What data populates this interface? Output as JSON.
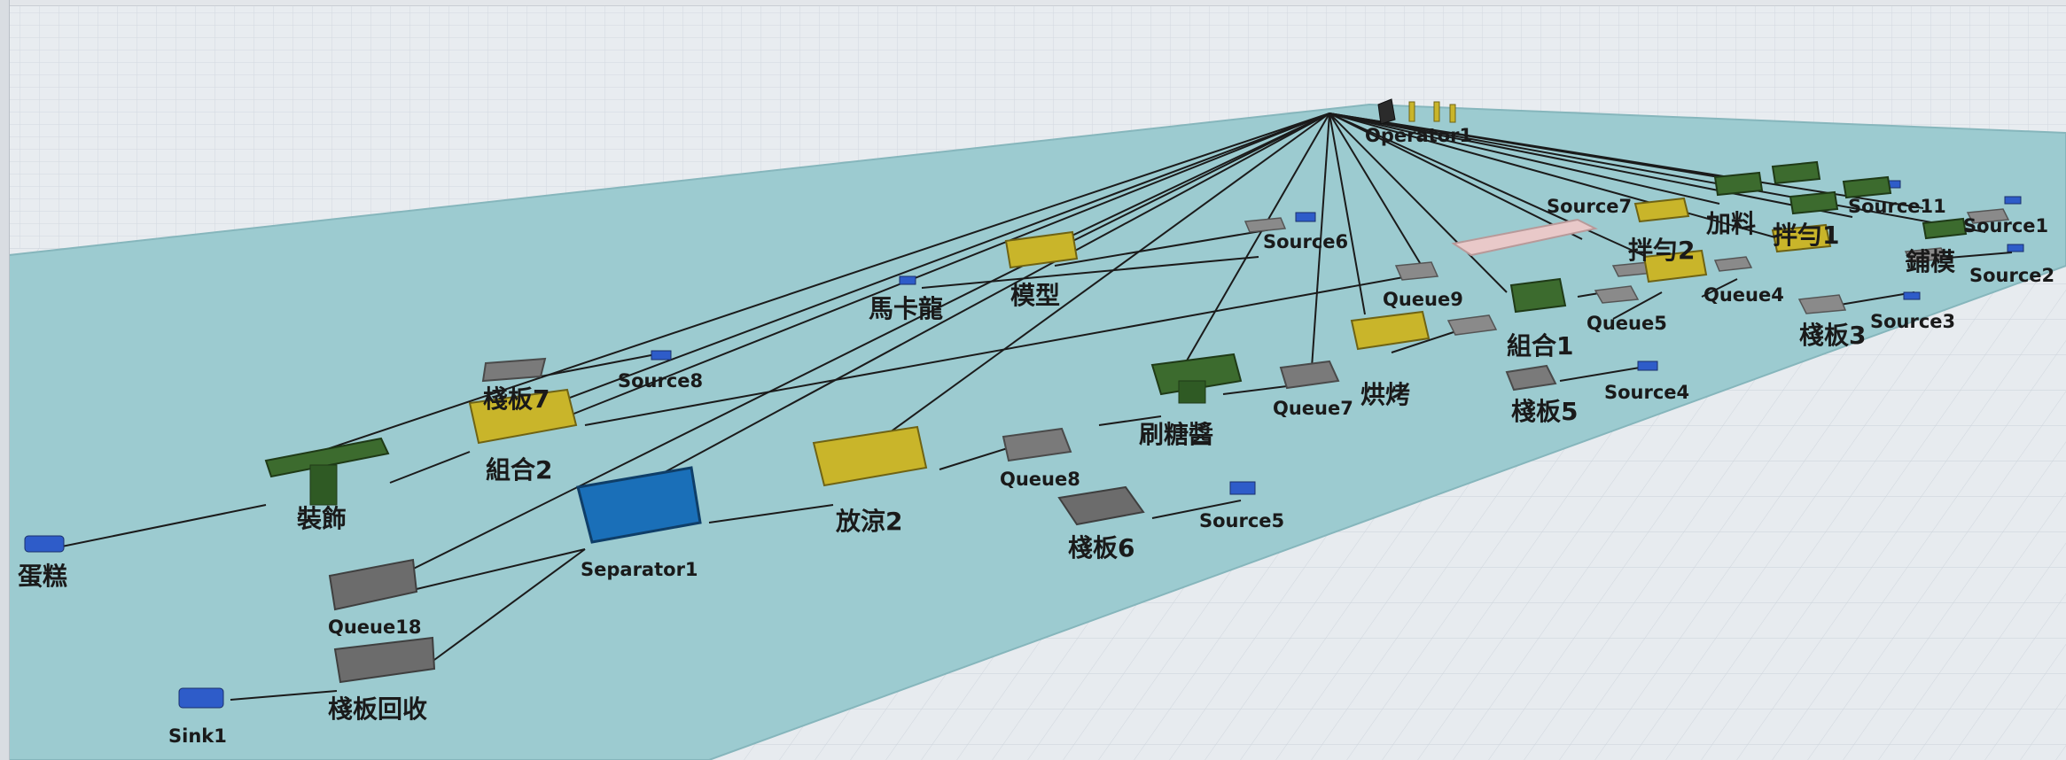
{
  "viewport": {
    "colors": {
      "sky_grid": "#e6eaef",
      "floor_grid": "#e4e8ec",
      "model_area": "#9ccbd0",
      "connector": "#1b1b1b",
      "queue": "#6e6e6e",
      "source": "#2e5cc9",
      "processor_yellow": "#c9b52a",
      "processor_green": "#3c6b2e",
      "separator_blue": "#1a6fb8"
    }
  },
  "objects": [
    {
      "id": "operator1",
      "label": "Operator1",
      "kind": "operator"
    },
    {
      "id": "source6",
      "label": "Source6",
      "kind": "source"
    },
    {
      "id": "source7",
      "label": "Source7",
      "kind": "source"
    },
    {
      "id": "source11",
      "label": "Source11",
      "kind": "source"
    },
    {
      "id": "source1",
      "label": "Source1",
      "kind": "source"
    },
    {
      "id": "source2",
      "label": "Source2",
      "kind": "source"
    },
    {
      "id": "source3",
      "label": "Source3",
      "kind": "source"
    },
    {
      "id": "source4",
      "label": "Source4",
      "kind": "source"
    },
    {
      "id": "source5",
      "label": "Source5",
      "kind": "source"
    },
    {
      "id": "source8",
      "label": "Source8",
      "kind": "source"
    },
    {
      "id": "jialiao",
      "label": "加料",
      "kind": "processor_green"
    },
    {
      "id": "banyun2",
      "label": "拌勻2",
      "kind": "processor_yellow"
    },
    {
      "id": "pumo",
      "label": "鋪模",
      "kind": "processor_green"
    },
    {
      "id": "banyun1",
      "label": "拌勻1",
      "kind": "processor_yellow"
    },
    {
      "id": "queue4",
      "label": "Queue4",
      "kind": "queue"
    },
    {
      "id": "queue5",
      "label": "Queue5",
      "kind": "queue"
    },
    {
      "id": "queue9",
      "label": "Queue9",
      "kind": "queue"
    },
    {
      "id": "queue7",
      "label": "Queue7",
      "kind": "queue"
    },
    {
      "id": "queue8",
      "label": "Queue8",
      "kind": "queue"
    },
    {
      "id": "queue18",
      "label": "Queue18",
      "kind": "queue"
    },
    {
      "id": "zhanban3",
      "label": "棧板3",
      "kind": "queue"
    },
    {
      "id": "zhanban5",
      "label": "棧板5",
      "kind": "queue"
    },
    {
      "id": "zhanban6",
      "label": "棧板6",
      "kind": "queue"
    },
    {
      "id": "zhanban7",
      "label": "棧板7",
      "kind": "queue"
    },
    {
      "id": "zhanbanhuishou",
      "label": "棧板回收",
      "kind": "queue"
    },
    {
      "id": "zuhe1",
      "label": "組合1",
      "kind": "processor_green"
    },
    {
      "id": "zuhe2",
      "label": "組合2",
      "kind": "processor_yellow"
    },
    {
      "id": "hongkao",
      "label": "烘烤",
      "kind": "processor_yellow"
    },
    {
      "id": "shuatangjiang",
      "label": "刷糖醬",
      "kind": "processor_green"
    },
    {
      "id": "fangliang2",
      "label": "放涼2",
      "kind": "processor_yellow"
    },
    {
      "id": "moxing",
      "label": "模型",
      "kind": "processor_yellow"
    },
    {
      "id": "makalong",
      "label": "馬卡龍",
      "kind": "source"
    },
    {
      "id": "zhuangshi",
      "label": "裝飾",
      "kind": "processor_green"
    },
    {
      "id": "separator1",
      "label": "Separator1",
      "kind": "separator"
    },
    {
      "id": "dangao",
      "label": "蛋糕",
      "kind": "sink"
    },
    {
      "id": "sink1",
      "label": "Sink1",
      "kind": "sink"
    }
  ]
}
